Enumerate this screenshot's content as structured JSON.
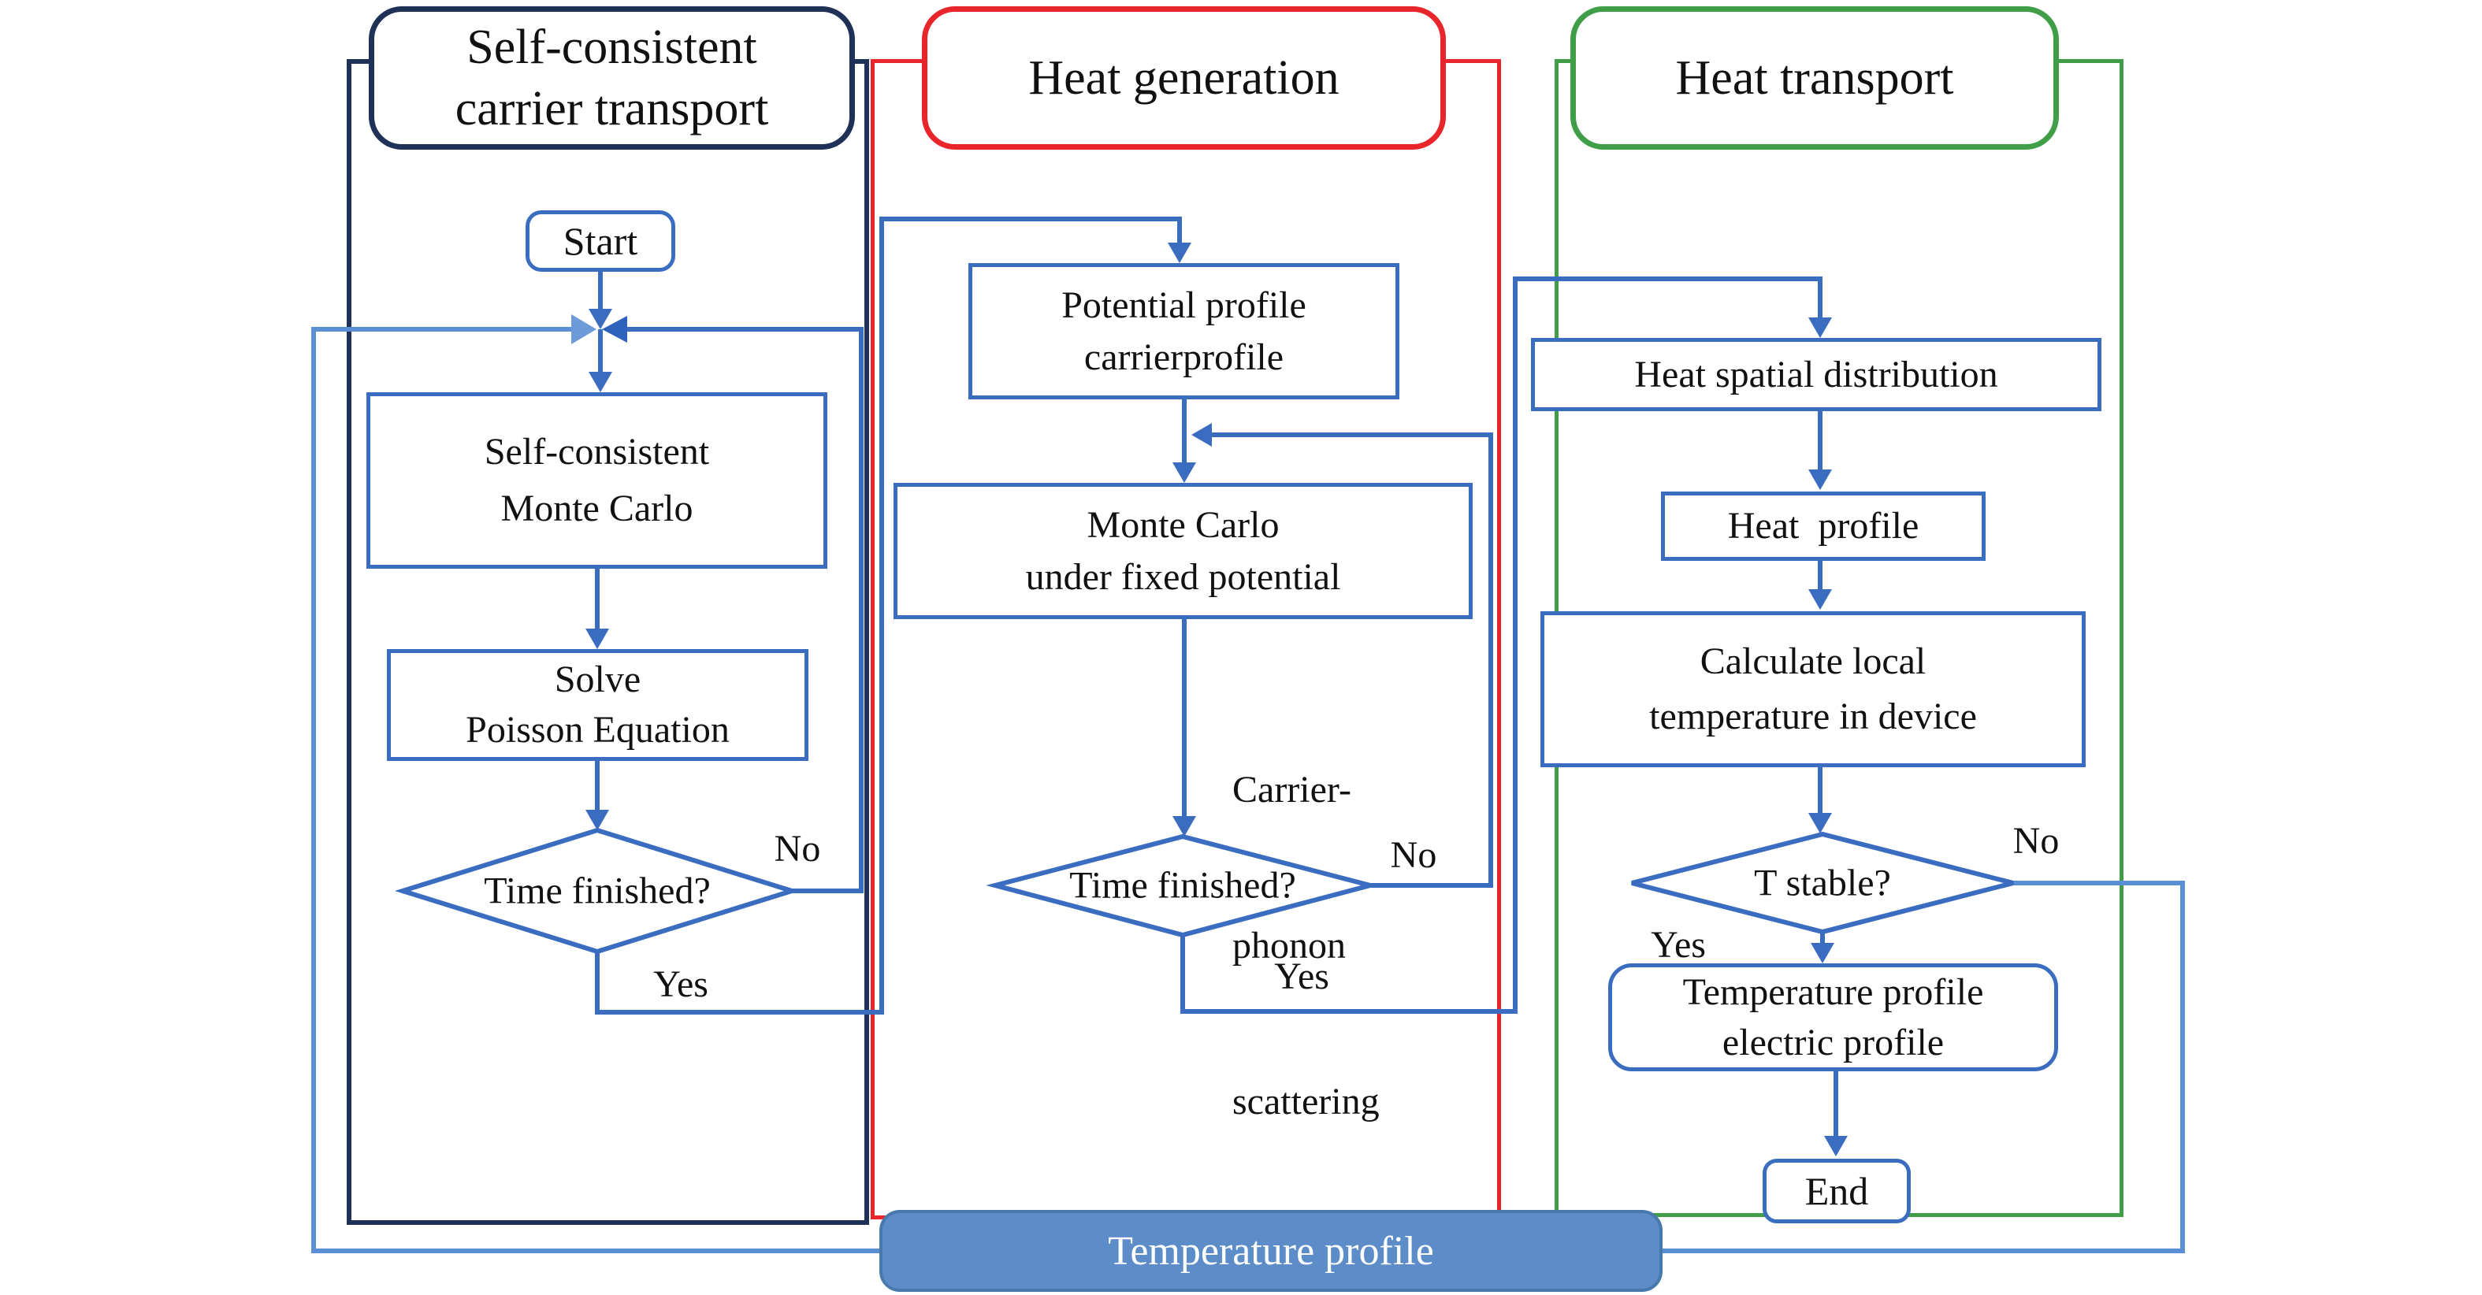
{
  "headers": {
    "col1": {
      "line1": "Self-consistent",
      "line2": "carrier transport"
    },
    "col2": {
      "label": "Heat generation"
    },
    "col3": {
      "label": "Heat transport"
    }
  },
  "col1": {
    "start": "Start",
    "monte_carlo": {
      "line1": "Self-consistent",
      "line2": "Monte Carlo"
    },
    "poisson": {
      "line1": "Solve",
      "line2": "Poisson Equation"
    },
    "decision": "Time finished?",
    "no_label": "No",
    "yes_label": "Yes"
  },
  "col2": {
    "potential": {
      "line1": "Potential profile",
      "line2": "carrierprofile"
    },
    "mc_fixed": {
      "line1": "Monte Carlo",
      "line2": "under fixed potential"
    },
    "scattering": {
      "line1": "Carrier-",
      "line2": "phonon",
      "line3": "scattering"
    },
    "decision": "Time finished?",
    "no_label": "No",
    "yes_label": "Yes"
  },
  "col3": {
    "heat_spatial": "Heat spatial distribution",
    "heat_profile": "Heat  profile",
    "calc_temp": {
      "line1": "Calculate local",
      "line2": "temperature in device"
    },
    "decision": "T stable?",
    "no_label": "No",
    "yes_label": "Yes",
    "temp_electric": {
      "line1": "Temperature profile",
      "line2": "electric profile"
    },
    "end": "End"
  },
  "footer": {
    "bar_label": "Temperature profile"
  },
  "colors": {
    "column1_border": "#1f3156",
    "column2_border": "#e8252a",
    "column3_border": "#3f9e47",
    "node_border": "#3a6cc0",
    "connector": "#3a6cc0",
    "loop_connector": "#5b8fd3",
    "footer_fill": "#5c8dc9",
    "footer_border": "#4779ad",
    "footer_text": "#ffffff",
    "text": "#111111"
  }
}
